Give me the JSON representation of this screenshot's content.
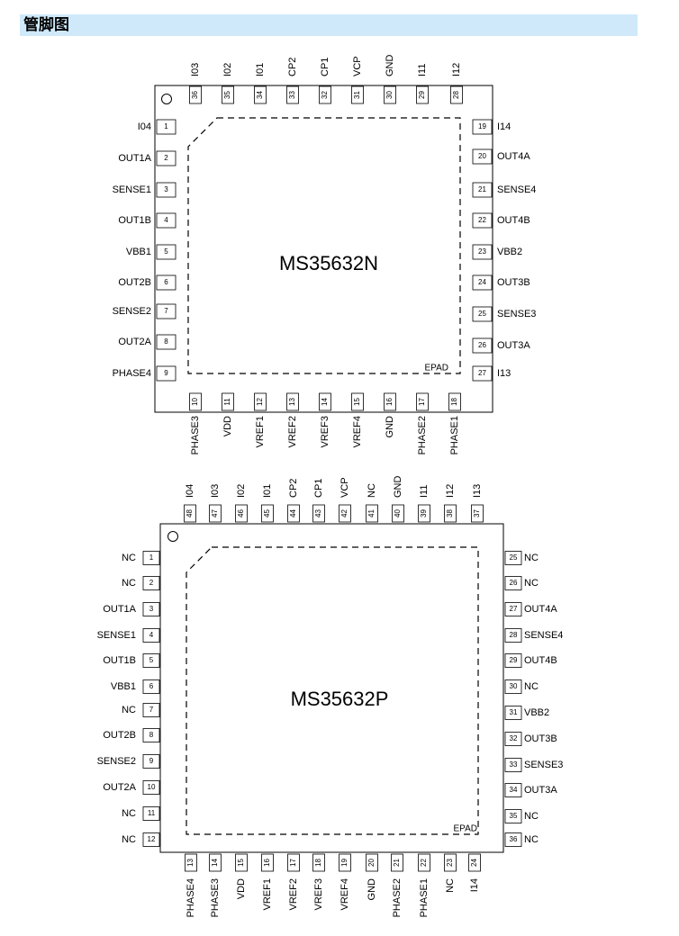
{
  "header": {
    "title": "管脚图"
  },
  "chips": [
    {
      "name": "MS35632N",
      "epad_label": "EPAD",
      "pins": {
        "left": [
          {
            "num": "1",
            "name": "I04"
          },
          {
            "num": "2",
            "name": "OUT1A"
          },
          {
            "num": "3",
            "name": "SENSE1"
          },
          {
            "num": "4",
            "name": "OUT1B"
          },
          {
            "num": "5",
            "name": "VBB1"
          },
          {
            "num": "6",
            "name": "OUT2B"
          },
          {
            "num": "7",
            "name": "SENSE2"
          },
          {
            "num": "8",
            "name": "OUT2A"
          },
          {
            "num": "9",
            "name": "PHASE4"
          }
        ],
        "bottom": [
          {
            "num": "10",
            "name": "PHASE3"
          },
          {
            "num": "11",
            "name": "VDD"
          },
          {
            "num": "12",
            "name": "VREF1"
          },
          {
            "num": "13",
            "name": "VREF2"
          },
          {
            "num": "14",
            "name": "VREF3"
          },
          {
            "num": "15",
            "name": "VREF4"
          },
          {
            "num": "16",
            "name": "GND"
          },
          {
            "num": "17",
            "name": "PHASE2"
          },
          {
            "num": "18",
            "name": "PHASE1"
          }
        ],
        "right": [
          {
            "num": "19",
            "name": "I14"
          },
          {
            "num": "20",
            "name": "OUT4A"
          },
          {
            "num": "21",
            "name": "SENSE4"
          },
          {
            "num": "22",
            "name": "OUT4B"
          },
          {
            "num": "23",
            "name": "VBB2"
          },
          {
            "num": "24",
            "name": "OUT3B"
          },
          {
            "num": "25",
            "name": "SENSE3"
          },
          {
            "num": "26",
            "name": "OUT3A"
          },
          {
            "num": "27",
            "name": "I13"
          }
        ],
        "top": [
          {
            "num": "36",
            "name": "I03"
          },
          {
            "num": "35",
            "name": "I02"
          },
          {
            "num": "34",
            "name": "I01"
          },
          {
            "num": "33",
            "name": "CP2"
          },
          {
            "num": "32",
            "name": "CP1"
          },
          {
            "num": "31",
            "name": "VCP"
          },
          {
            "num": "30",
            "name": "GND"
          },
          {
            "num": "29",
            "name": "I11"
          },
          {
            "num": "28",
            "name": "I12"
          }
        ]
      }
    },
    {
      "name": "MS35632P",
      "epad_label": "EPAD",
      "pins": {
        "left": [
          {
            "num": "1",
            "name": "NC"
          },
          {
            "num": "2",
            "name": "NC"
          },
          {
            "num": "3",
            "name": "OUT1A"
          },
          {
            "num": "4",
            "name": "SENSE1"
          },
          {
            "num": "5",
            "name": "OUT1B"
          },
          {
            "num": "6",
            "name": "VBB1"
          },
          {
            "num": "7",
            "name": "NC"
          },
          {
            "num": "8",
            "name": "OUT2B"
          },
          {
            "num": "9",
            "name": "SENSE2"
          },
          {
            "num": "10",
            "name": "OUT2A"
          },
          {
            "num": "11",
            "name": "NC"
          },
          {
            "num": "12",
            "name": "NC"
          }
        ],
        "bottom": [
          {
            "num": "13",
            "name": "PHASE4"
          },
          {
            "num": "14",
            "name": "PHASE3"
          },
          {
            "num": "15",
            "name": "VDD"
          },
          {
            "num": "16",
            "name": "VREF1"
          },
          {
            "num": "17",
            "name": "VREF2"
          },
          {
            "num": "18",
            "name": "VREF3"
          },
          {
            "num": "19",
            "name": "VREF4"
          },
          {
            "num": "20",
            "name": "GND"
          },
          {
            "num": "21",
            "name": "PHASE2"
          },
          {
            "num": "22",
            "name": "PHASE1"
          },
          {
            "num": "23",
            "name": "NC"
          },
          {
            "num": "24",
            "name": "I14"
          }
        ],
        "right": [
          {
            "num": "25",
            "name": "NC"
          },
          {
            "num": "26",
            "name": "NC"
          },
          {
            "num": "27",
            "name": "OUT4A"
          },
          {
            "num": "28",
            "name": "SENSE4"
          },
          {
            "num": "29",
            "name": "OUT4B"
          },
          {
            "num": "30",
            "name": "NC"
          },
          {
            "num": "31",
            "name": "VBB2"
          },
          {
            "num": "32",
            "name": "OUT3B"
          },
          {
            "num": "33",
            "name": "SENSE3"
          },
          {
            "num": "34",
            "name": "OUT3A"
          },
          {
            "num": "35",
            "name": "NC"
          },
          {
            "num": "36",
            "name": "NC"
          }
        ],
        "top": [
          {
            "num": "48",
            "name": "I04"
          },
          {
            "num": "47",
            "name": "I03"
          },
          {
            "num": "46",
            "name": "I02"
          },
          {
            "num": "45",
            "name": "I01"
          },
          {
            "num": "44",
            "name": "CP2"
          },
          {
            "num": "43",
            "name": "CP1"
          },
          {
            "num": "42",
            "name": "VCP"
          },
          {
            "num": "41",
            "name": "NC"
          },
          {
            "num": "40",
            "name": "GND"
          },
          {
            "num": "39",
            "name": "I11"
          },
          {
            "num": "38",
            "name": "I12"
          },
          {
            "num": "37",
            "name": "I13"
          }
        ]
      }
    }
  ]
}
